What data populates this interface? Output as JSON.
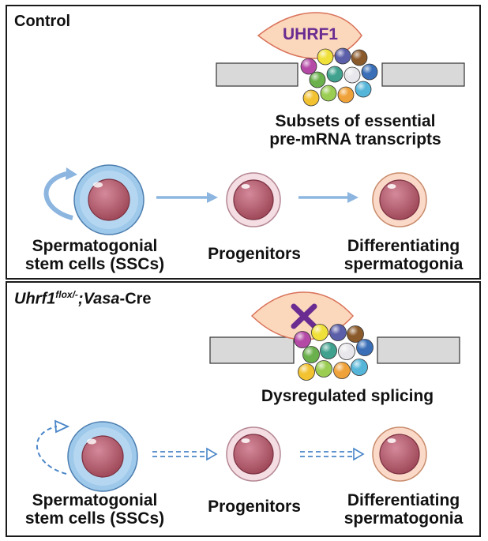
{
  "control_panel": {
    "title": "Control",
    "protein_label": "UHRF1",
    "transcripts_label_line1": "Subsets of essential",
    "transcripts_label_line2": "pre-mRNA transcripts",
    "cells": [
      {
        "line1": "Spermatogonial",
        "line2": "stem cells (SSCs)"
      },
      {
        "line1": "Progenitors",
        "line2": ""
      },
      {
        "line1": "Differentiating",
        "line2": "spermatogonia"
      }
    ]
  },
  "mutant_panel": {
    "title_gene": "Uhrf1",
    "title_sup": "flox/-",
    "title_sep": ";",
    "title_driver": "Vasa",
    "title_suffix": "-Cre",
    "splicing_label": "Dysregulated splicing",
    "cells": [
      {
        "line1": "Spermatogonial",
        "line2": "stem cells (SSCs)"
      },
      {
        "line1": "Progenitors",
        "line2": ""
      },
      {
        "line1": "Differentiating",
        "line2": "spermatogonia"
      }
    ]
  },
  "colors": {
    "uhrf1_fill": "#fbd7bc",
    "uhrf1_text": "#6a2c91",
    "cross": "#6a2c91",
    "ssc_outer": "#9ec9ea",
    "prog_outer": "#f4dde3",
    "diff_outer": "#fbd9c8",
    "nucleus": "#b85f6e",
    "arrow": "#8cb5df"
  },
  "bead_colors": [
    "#b44aa6",
    "#f0e03a",
    "#5b5ea8",
    "#8b5a2b",
    "#6ab04c",
    "#3fa18e",
    "#e8e8ec",
    "#3a6fb8",
    "#f2c230",
    "#9acd52",
    "#f0a23a",
    "#56b6d9"
  ]
}
